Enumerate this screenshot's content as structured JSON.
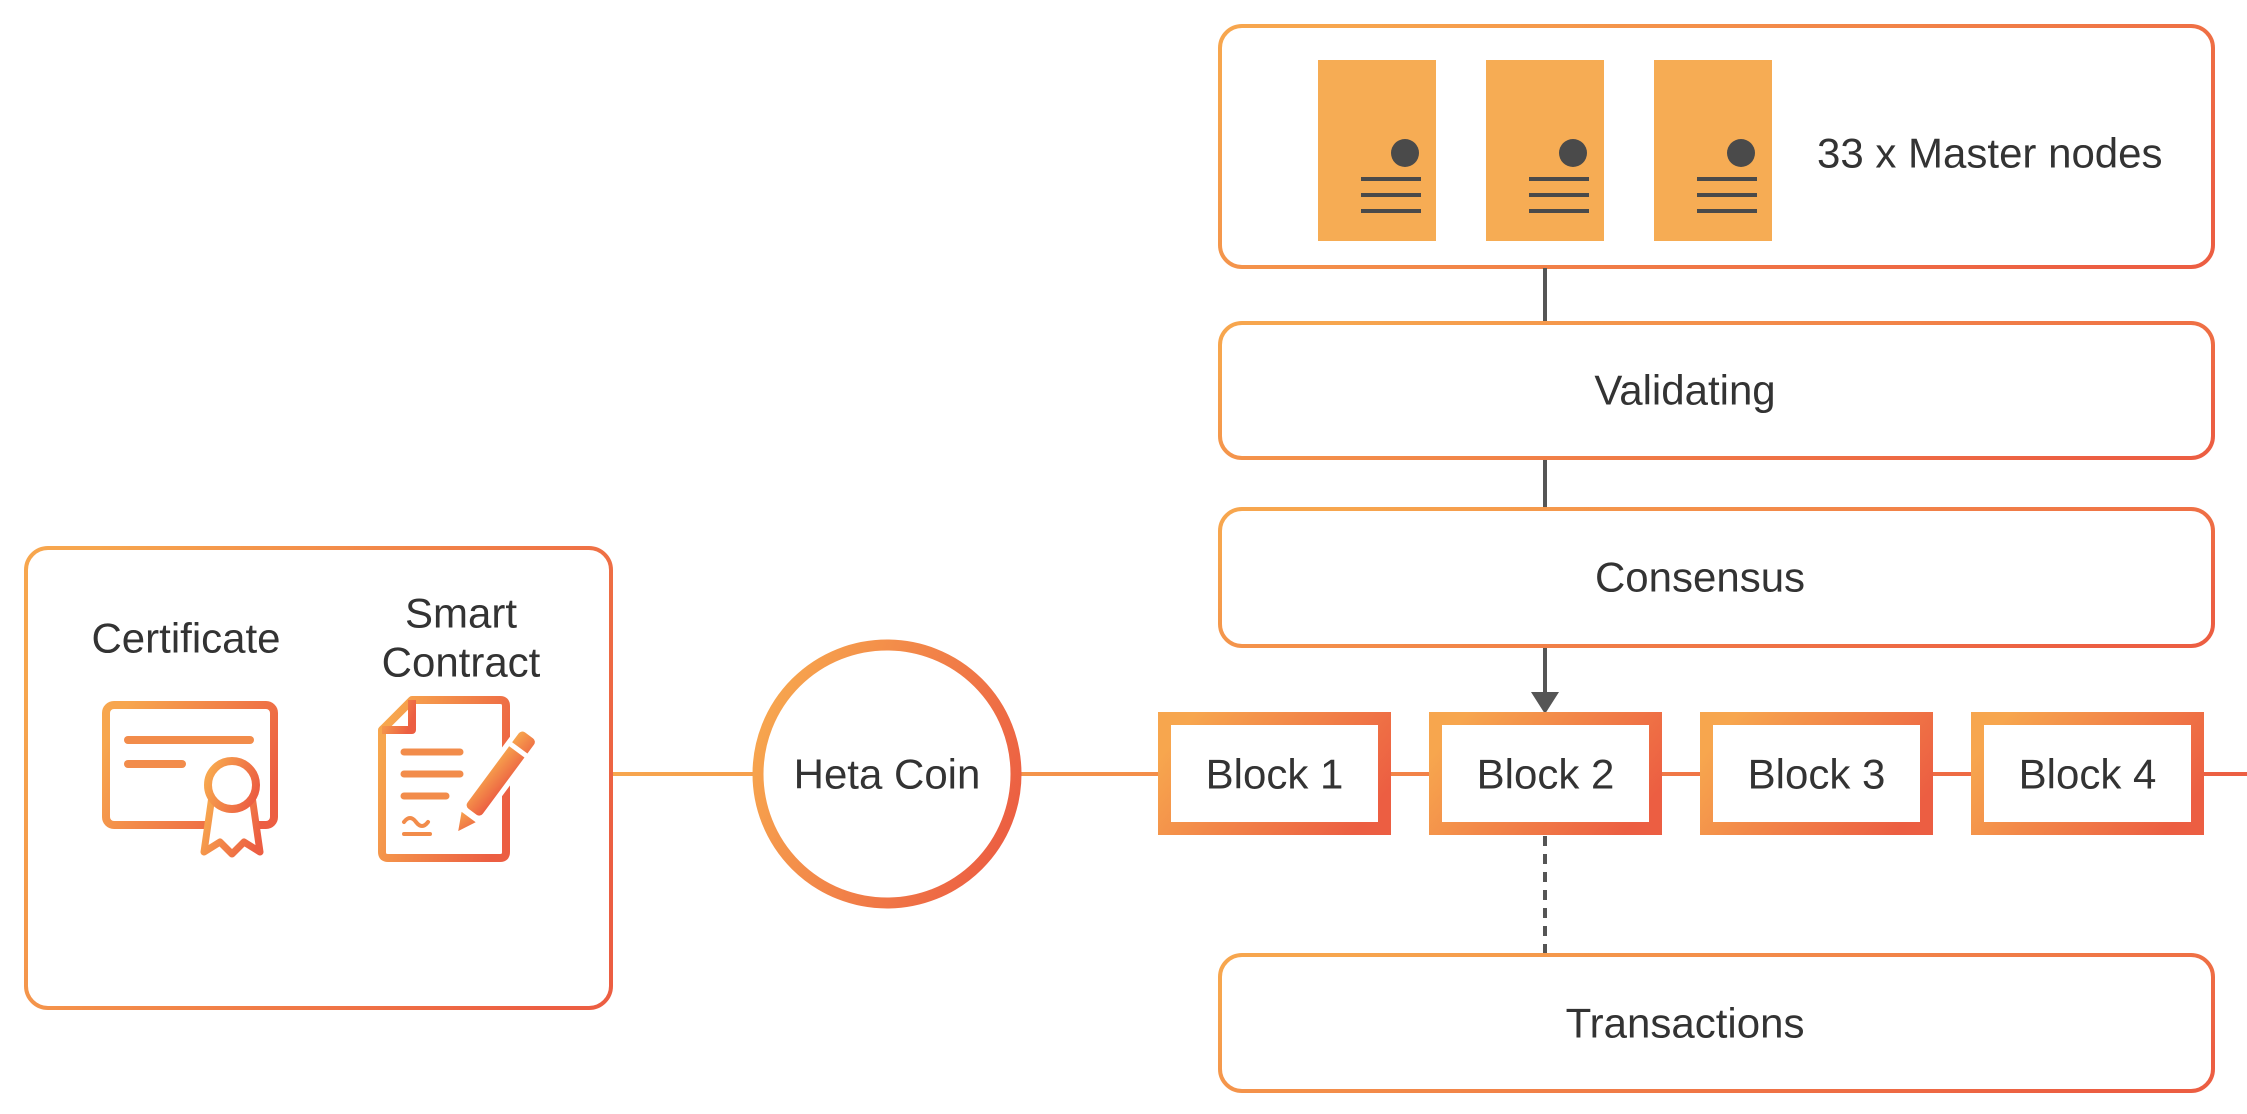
{
  "colors": {
    "gradient_start": "#F7A64E",
    "gradient_end": "#EC5E42",
    "server_fill": "#F6AC54",
    "icon_accent": "#F28C4B",
    "connector": "#555555",
    "text": "#333333"
  },
  "assets_panel": {
    "certificate": {
      "label": "Certificate",
      "icon": "certificate-icon"
    },
    "smart_contract": {
      "label_line1": "Smart",
      "label_line2": "Contract",
      "icon": "contract-pen-icon"
    }
  },
  "coin": {
    "label": "Heta Coin"
  },
  "master_nodes": {
    "label": "33 x Master nodes",
    "icon": "server-icon"
  },
  "validating": {
    "label": "Validating"
  },
  "consensus": {
    "label": "Consensus"
  },
  "blocks": [
    {
      "label": "Block 1"
    },
    {
      "label": "Block 2"
    },
    {
      "label": "Block 3"
    },
    {
      "label": "Block 4"
    }
  ],
  "transactions": {
    "label": "Transactions"
  }
}
